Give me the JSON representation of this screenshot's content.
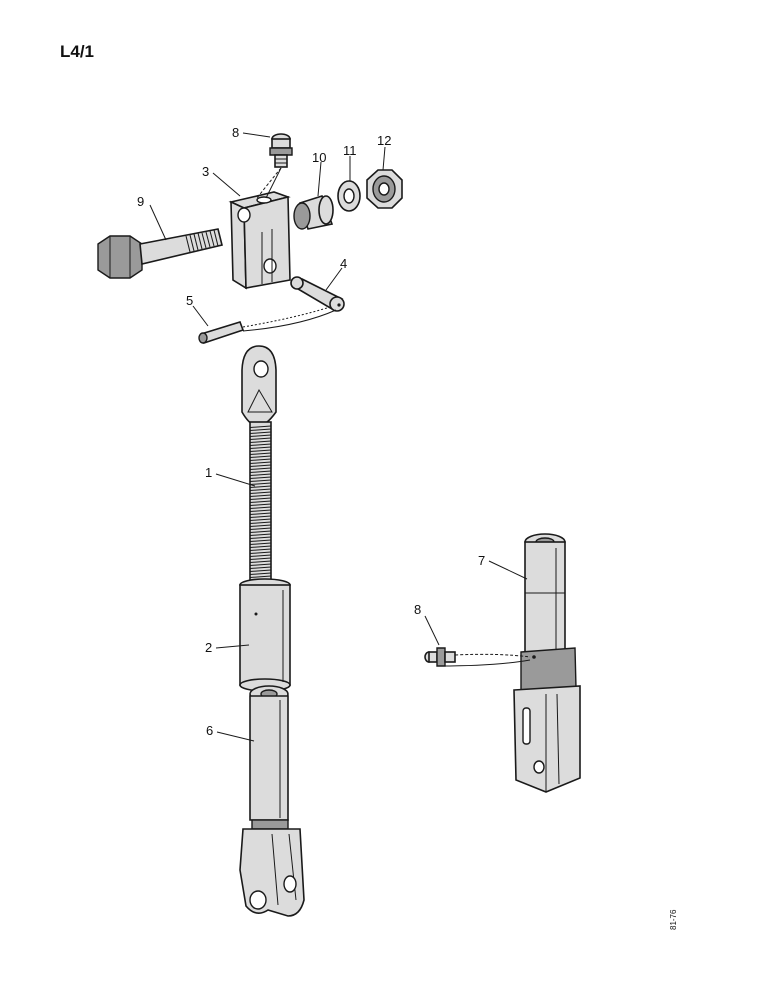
{
  "page_title": "L4/1",
  "reference_code": "81-76",
  "callouts": {
    "c1": "1",
    "c2": "2",
    "c3": "3",
    "c4": "4",
    "c5": "5",
    "c6": "6",
    "c7": "7",
    "c8a": "8",
    "c8b": "8",
    "c9": "9",
    "c10": "10",
    "c11": "11",
    "c12": "12"
  }
}
